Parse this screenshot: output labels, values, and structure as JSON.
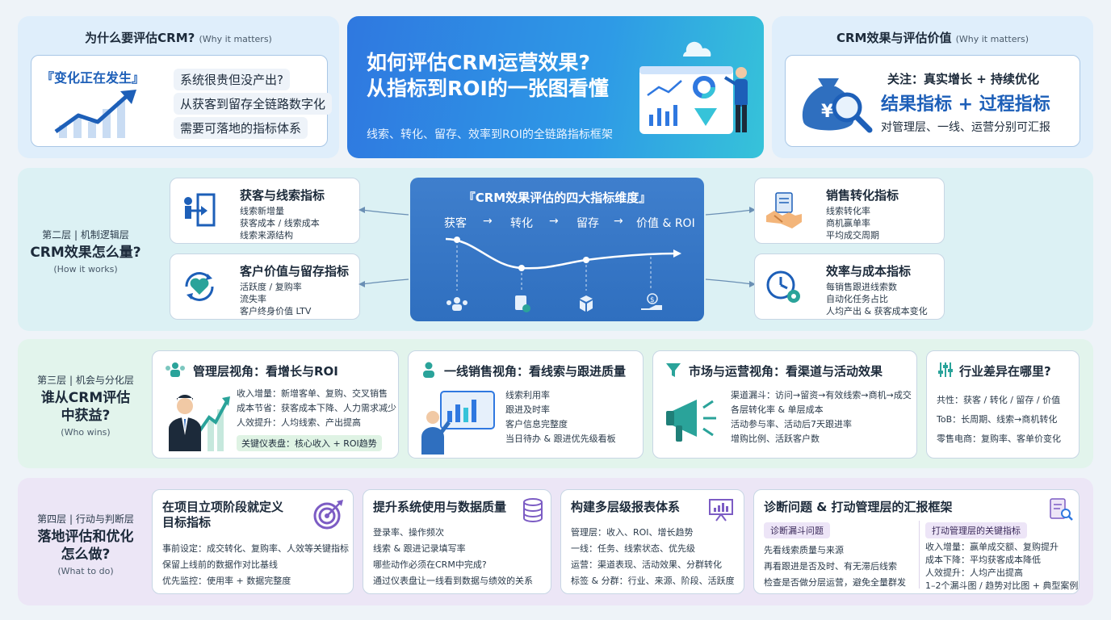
{
  "top": {
    "left": {
      "title": "为什么要评估CRM?",
      "title_en": "(Why it matters)",
      "tag": "『变化正在发生』",
      "lines": [
        "系统很贵但没产出?",
        "从获客到留存全链路数字化",
        "需要可落地的指标体系"
      ]
    },
    "center": {
      "headline1": "如何评估CRM运营效果?",
      "headline2": "从指标到ROI的一张图看懂",
      "subline": "线索、转化、留存、效率到ROI的全链路指标框架"
    },
    "right": {
      "title": "CRM效果与评估价值",
      "title_en": "(Why it matters)",
      "focus": "关注：真实增长 + 持续优化",
      "big": "结果指标 + 过程指标",
      "report": "对管理层、一线、运营分别可汇报",
      "icon_text": "¥"
    }
  },
  "layer2": {
    "label1": "第二层 | 机制逻辑层",
    "label2": "CRM效果怎么量?",
    "label3": "(How it works)",
    "cards": {
      "acquisition": {
        "title": "获客与线索指标",
        "lines": [
          "线索新增量",
          "获客成本 / 线索成本",
          "线索来源结构"
        ]
      },
      "retention": {
        "title": "客户价值与留存指标",
        "lines": [
          "活跃度 / 复购率",
          "流失率",
          "客户终身价值 LTV"
        ]
      },
      "conversion": {
        "title": "销售转化指标",
        "lines": [
          "线索转化率",
          "商机赢单率",
          "平均成交周期"
        ]
      },
      "efficiency": {
        "title": "效率与成本指标",
        "lines": [
          "每销售跟进线索数",
          "自动化任务占比",
          "人均产出 & 获客成本变化"
        ]
      }
    },
    "center": {
      "title": "『CRM效果评估的四大指标维度』",
      "stages": [
        "获客",
        "→",
        "转化",
        "→",
        "留存",
        "→",
        "价值 & ROI"
      ],
      "icon_text": "$"
    }
  },
  "layer3": {
    "label1": "第三层 | 机会与分化层",
    "label2": "谁从CRM评估中获益?",
    "label3": "(Who wins)",
    "mgmt": {
      "title": "管理层视角：看增长与ROI",
      "lines": [
        "收入增量：新增客单、复购、交叉销售",
        "成本节省：获客成本下降、人力需求减少",
        "人效提升：人均线索、产出提高"
      ],
      "highlight": "关键仪表盘：核心收入 + ROI趋势"
    },
    "sales": {
      "title": "一线销售视角：看线索与跟进质量",
      "lines": [
        "线索利用率",
        "跟进及时率",
        "客户信息完整度",
        "当日待办 & 跟进优先级看板"
      ]
    },
    "market": {
      "title": "市场与运营视角：看渠道与活动效果",
      "lines": [
        "渠道漏斗：访问→留资→有效线索→商机→成交",
        "各层转化率 & 单层成本",
        "活动参与率、活动后7天跟进率",
        "增购比例、活跃客户数"
      ]
    },
    "industry": {
      "title": "行业差异在哪里?",
      "lines": [
        "共性：获客 / 转化 / 留存 / 价值",
        "ToB：长周期、线索→商机转化",
        "零售电商：复购率、客单价变化"
      ]
    }
  },
  "layer4": {
    "label1": "第四层 | 行动与判断层",
    "label2": "落地评估和优化怎么做?",
    "label3": "(What to do)",
    "define": {
      "title1": "在项目立项阶段就定义",
      "title2": "目标指标",
      "lines": [
        "事前设定：成交转化、复购率、人效等关键指标",
        "保留上线前的数据作对比基线",
        "优先监控：使用率 + 数据完整度"
      ]
    },
    "quality": {
      "title": "提升系统使用与数据质量",
      "lines": [
        "登录率、操作频次",
        "线索 & 跟进记录填写率",
        "哪些动作必须在CRM中完成?",
        "通过仪表盘让一线看到数据与绩效的关系"
      ]
    },
    "reports": {
      "title": "构建多层级报表体系",
      "lines": [
        "管理层：收入、ROI、增长趋势",
        "一线：任务、线索状态、优先级",
        "运营：渠道表现、活动效果、分群转化",
        "标签 & 分群：行业、来源、阶段、活跃度"
      ]
    },
    "diagnose": {
      "title": "诊断问题 & 打动管理层的汇报框架",
      "tag_left": "诊断漏斗问题",
      "left_lines": [
        "先看线索质量与来源",
        "再看跟进是否及时、有无滞后线索",
        "检查是否做分层运营，避免全量群发"
      ],
      "tag_right": "打动管理层的关键指标",
      "right_lines": [
        "收入增量：赢单成交额、复购提升",
        "成本下降：平均获客成本降低",
        "人效提升：人均产出提高",
        "1–2个漏斗图 / 趋势对比图 + 典型案例"
      ]
    }
  },
  "colors": {
    "accent": "#1d5fb8",
    "hero_start": "#2f78e0",
    "hero_end": "#36c3d9",
    "center_dim": "#3f7fcd",
    "teal": "#2aa39a",
    "purple": "#7c5cc4"
  }
}
